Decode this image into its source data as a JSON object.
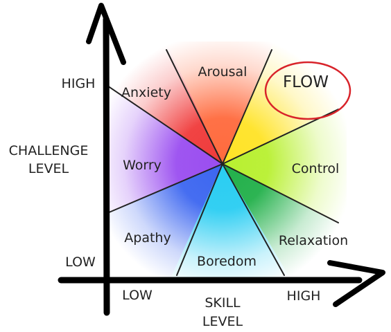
{
  "colors": {
    "high": "#3e8f66",
    "low": "#dd2222",
    "flow_circle": "#d8232a",
    "axis": "#000000",
    "divider": "#222222",
    "text": "#222222"
  },
  "y_axis": {
    "label_line1": "CHALLENGE",
    "label_line2": "LEVEL",
    "high": "HIGH",
    "low": "LOW"
  },
  "x_axis": {
    "label_line1": "SKILL",
    "label_line2": "LEVEL",
    "high": "HIGH",
    "low": "LOW"
  },
  "states": {
    "arousal": "Arousal",
    "flow": "FLOW",
    "anxiety": "Anxiety",
    "control": "Control",
    "worry": "Worry",
    "relaxation": "Relaxation",
    "apathy": "Apathy",
    "boredom": "Boredom"
  },
  "sector_colors": {
    "arousal": "#ff6a3d",
    "flow": "#ffe326",
    "control": "#b8f030",
    "relaxation": "#22b04a",
    "boredom": "#29cdf2",
    "apathy": "#3c66f0",
    "worry": "#9a4df0",
    "anxiety": "#f03a3a"
  }
}
